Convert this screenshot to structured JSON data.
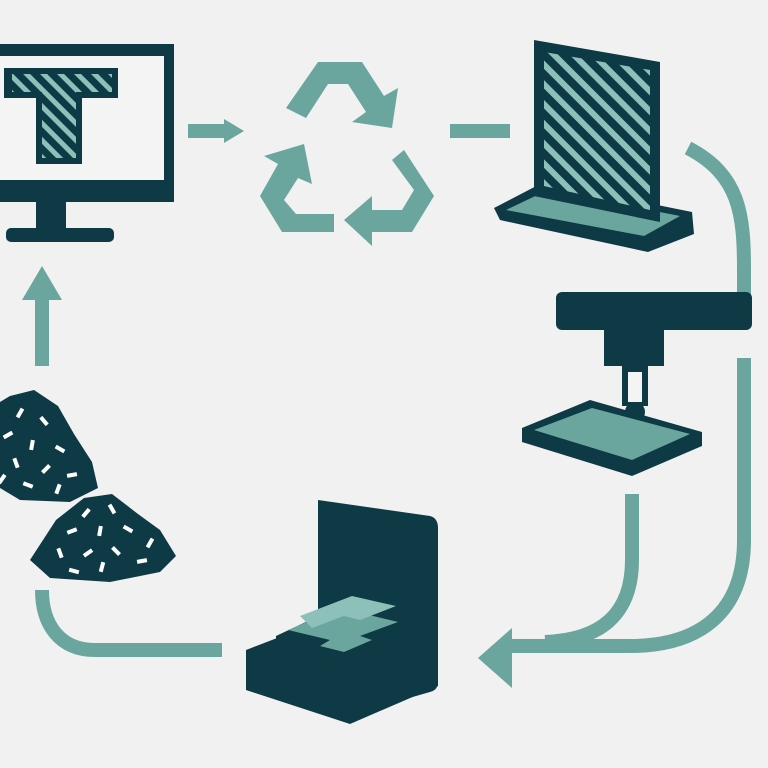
{
  "colors": {
    "background": "#f1f1f1",
    "dark": "#0e3a45",
    "teal": "#6aa69e",
    "teal_light": "#8cc0b8",
    "white": "#ffffff"
  },
  "stages": [
    {
      "id": "cad-design",
      "icon": "computer-monitor-icon"
    },
    {
      "id": "recycling",
      "icon": "recycle-icon"
    },
    {
      "id": "build-plate",
      "icon": "build-plate-icon"
    },
    {
      "id": "extruder",
      "icon": "print-nozzle-icon"
    },
    {
      "id": "printed-part",
      "icon": "printed-t-part-icon"
    },
    {
      "id": "shredded-pellets",
      "icon": "pellet-pile-icon"
    }
  ]
}
